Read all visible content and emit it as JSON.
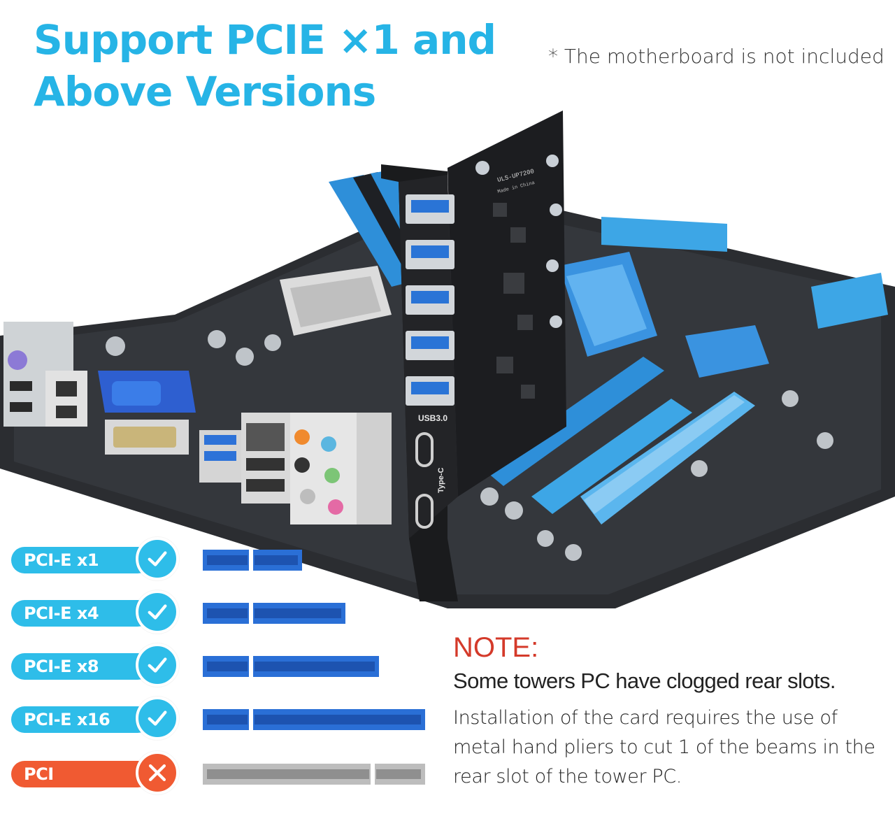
{
  "headline": {
    "line1": "Support PCIE ×1 and",
    "line2": "Above Versions"
  },
  "disclaimer": "* The motherboard is not included",
  "card_labels": {
    "model": "ULS-UP7200",
    "made_in": "Made in China",
    "usb_label": "USB3.0",
    "typec_label": "Type-C"
  },
  "compatibility": [
    {
      "label": "PCI-E  x1",
      "supported": true
    },
    {
      "label": "PCI-E  x4",
      "supported": true
    },
    {
      "label": "PCI-E  x8",
      "supported": true
    },
    {
      "label": "PCI-E  x16",
      "supported": true
    },
    {
      "label": "PCI",
      "supported": false
    }
  ],
  "colors": {
    "accent": "#26b4e6",
    "supported": "#2ebde9",
    "unsupported": "#f05a32",
    "slot_blue": "#2a6fd6",
    "slot_gray": "#bdbdbd",
    "note_red": "#d43a2a"
  },
  "note": {
    "title": "NOTE:",
    "lead": "Some towers PC have clogged rear slots.",
    "body": "Installation of the card requires the use of metal hand pliers to cut 1 of the beams in the rear slot of the tower PC."
  }
}
